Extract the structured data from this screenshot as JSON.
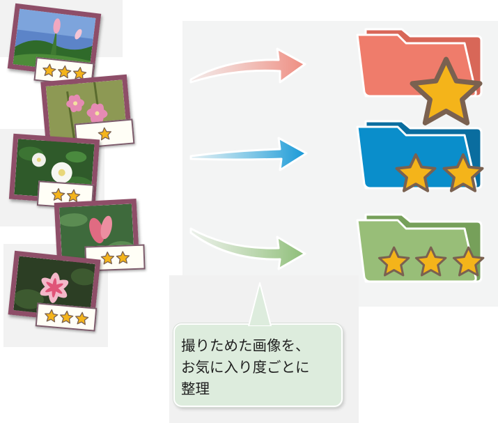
{
  "photos": [
    {
      "subject": "pink lily bud against green hillside and blue sky",
      "rating_stars": 3
    },
    {
      "subject": "pink clematis flowers",
      "rating_stars": 1
    },
    {
      "subject": "white camellia flowers",
      "rating_stars": 2
    },
    {
      "subject": "pink flower spikes with green leaves",
      "rating_stars": 2
    },
    {
      "subject": "pink and white lily",
      "rating_stars": 3
    }
  ],
  "folders": [
    {
      "color": "#ef7c6b",
      "tab_color": "#d86758",
      "stars": 1
    },
    {
      "color": "#0a8ecb",
      "tab_color": "#0a6d9f",
      "stars": 2
    },
    {
      "color": "#98be78",
      "tab_color": "#76a05a",
      "stars": 3
    }
  ],
  "arrows": [
    {
      "color": "#f2aaa0"
    },
    {
      "color": "#41b6e4"
    },
    {
      "color": "#a5cd90"
    }
  ],
  "callout": {
    "text": "撮りためた画像を、\nお気に入り度ごとに\n整理",
    "background": "#ddecdd"
  }
}
